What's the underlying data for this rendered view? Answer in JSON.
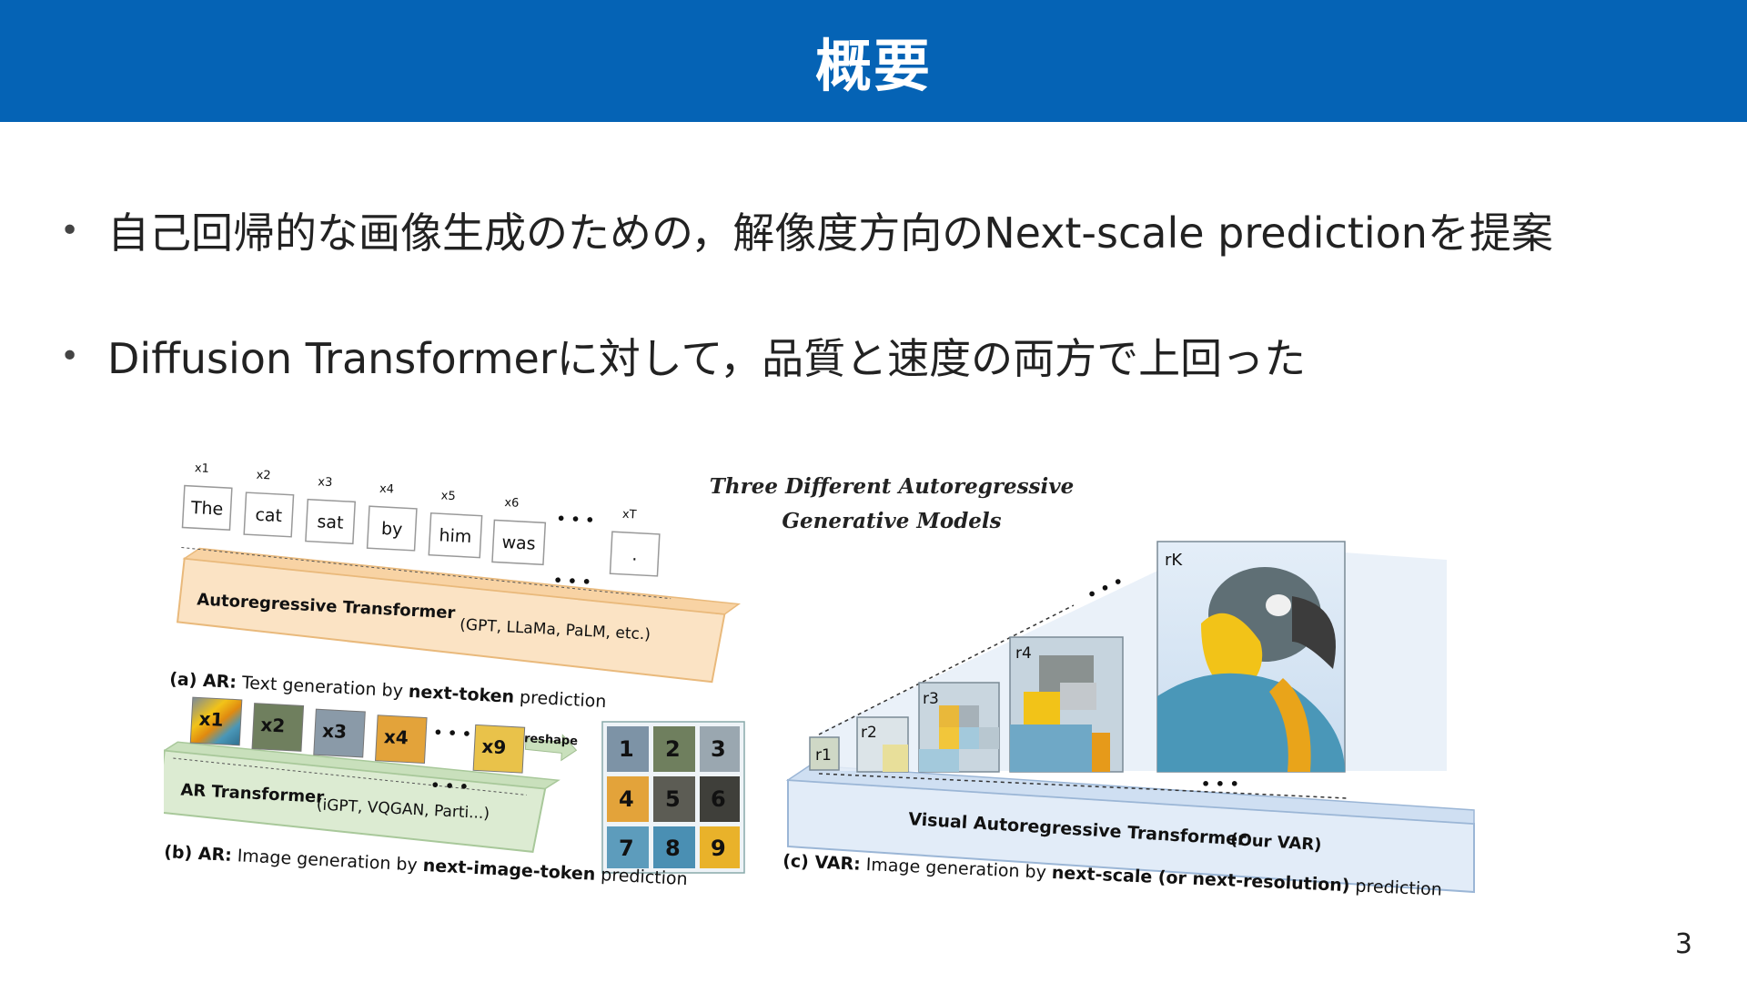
{
  "slide": {
    "title": "概要",
    "page_number": "3",
    "accent_color": "#0563b5"
  },
  "bullets": [
    {
      "text": "自己回帰的な画像生成のための，解像度方向のNext-scale predictionを提案"
    },
    {
      "text": "Diffusion Transformerに対して，品質と速度の両方で上回った"
    }
  ],
  "figure": {
    "title_line1": "Three  Different  Autoregressive",
    "title_line2": "Generative  Models",
    "panel_a": {
      "tokens": [
        "The",
        "cat",
        "sat",
        "by",
        "him",
        "was",
        "."
      ],
      "token_ids": [
        "x1",
        "x2",
        "x3",
        "x4",
        "x5",
        "x6",
        "xT"
      ],
      "ellipsis": "• • •",
      "box_label": "Autoregressive Transformer",
      "box_sub": "(GPT, LLaMa, PaLM, etc.)",
      "caption_prefix": "(a) AR:",
      "caption_mid": " Text generation by ",
      "caption_bold": "next-token",
      "caption_end": " prediction"
    },
    "panel_b": {
      "patches": [
        "x1",
        "x2",
        "x3",
        "x4",
        "x9"
      ],
      "ellipsis": "• • •",
      "reshape": "reshape",
      "grid": [
        "1",
        "2",
        "3",
        "4",
        "5",
        "6",
        "7",
        "8",
        "9"
      ],
      "box_label": "AR Transformer",
      "box_sub": "(iGPT, VQGAN, Parti...)",
      "caption_prefix": "(b) AR:",
      "caption_mid": " Image generation by ",
      "caption_bold": "next-image-token",
      "caption_end": " prediction"
    },
    "panel_c": {
      "scales": [
        "r1",
        "r2",
        "r3",
        "r4",
        "rK"
      ],
      "ellipsis": "• • •",
      "box_label": "Visual Autoregressive Transformer",
      "box_sub": "(Our VAR)",
      "caption_prefix": "(c) VAR:",
      "caption_mid": " Image generation by ",
      "caption_bold": "next-scale (or next-resolution)",
      "caption_end": " prediction"
    }
  }
}
